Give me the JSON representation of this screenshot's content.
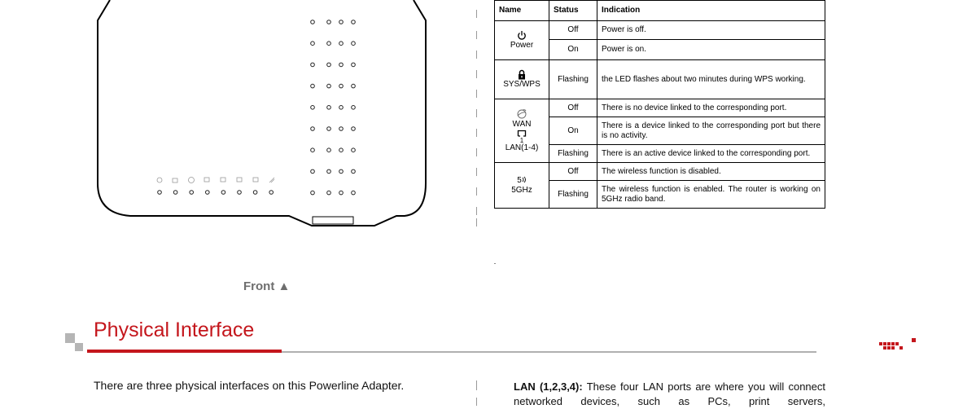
{
  "led_table": {
    "headers": [
      "Name",
      "Status",
      "Indication"
    ],
    "power": {
      "name": "Power",
      "rows": [
        {
          "status": "Off",
          "indication": "Power is off."
        },
        {
          "status": "On",
          "indication": "Power is on."
        }
      ]
    },
    "sys": {
      "name": "SYS/WPS",
      "rows": [
        {
          "status": "Flashing",
          "indication": "the LED flashes about two minutes during WPS working."
        }
      ]
    },
    "wan": {
      "name_wan": "WAN",
      "name_lan": "LAN(1-4)",
      "lan_num": "1",
      "rows": [
        {
          "status": "Off",
          "indication": "There is no device linked to the corresponding port."
        },
        {
          "status": "On",
          "indication": "There is a device linked to the corresponding port but there is no activity."
        },
        {
          "status": "Flashing",
          "indication": "There is an active device linked to the corresponding port."
        }
      ]
    },
    "wifi": {
      "name": "5GHz",
      "icon_num": "5",
      "rows": [
        {
          "status": "Off",
          "indication": "The wireless function is disabled."
        },
        {
          "status": "Flashing",
          "indication": "The wireless function is enabled. The router is working on 5GHz radio band."
        }
      ]
    }
  },
  "front_caption": "Front ▲",
  "section_title": "Physical Interface",
  "intro_text": "There are three physical interfaces on this Powerline Adapter.",
  "lan_paragraph": {
    "label": "LAN (1,2,3,4):",
    "text": " These four LAN ports are where you will connect networked devices, such as PCs, print servers,"
  },
  "colors": {
    "accent": "#c4161c",
    "grey": "#b0b0b0"
  },
  "icons": [
    "power-icon",
    "lock-icon",
    "wan-icon",
    "lan-port-icon",
    "wifi-5ghz-icon",
    "brand-logo"
  ]
}
